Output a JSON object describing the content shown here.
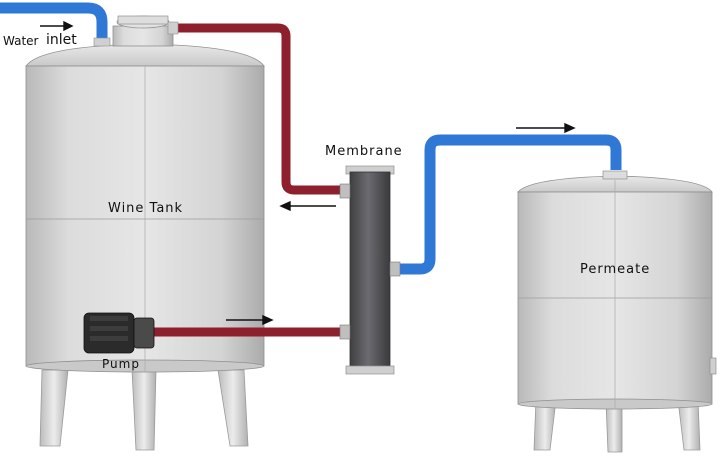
{
  "labels": {
    "water_word": "Water",
    "inlet_word": "inlet",
    "membrane": "Membrane",
    "wine_tank": "Wine Tank",
    "permeate": "Permeate",
    "pump": "Pump"
  },
  "colors": {
    "water_pipe": "#2f78d6",
    "wine_pipe": "#8e1f2c",
    "tank_body": "#d7d7d7",
    "membrane_body": "#5d5d60",
    "pump_body": "#2b2b2b",
    "arrow": "#111111"
  }
}
